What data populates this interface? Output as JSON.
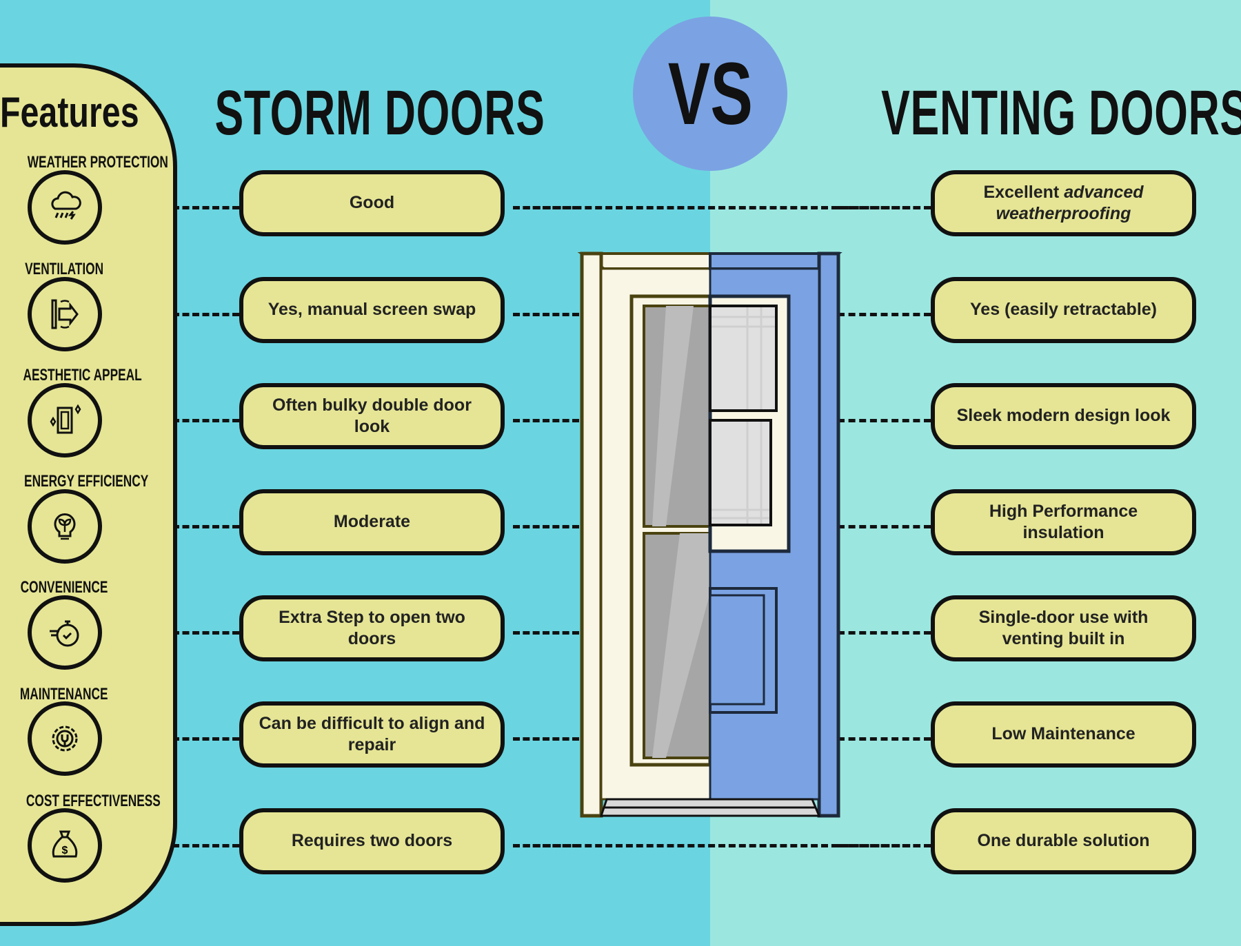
{
  "sidebar": {
    "title": "Features",
    "features": [
      {
        "label": "WEATHER PROTECTION",
        "icon": "rain-cloud-icon"
      },
      {
        "label": "VENTILATION",
        "icon": "ventilation-icon"
      },
      {
        "label": "AESTHETIC APPEAL",
        "icon": "sparkle-frame-icon"
      },
      {
        "label": "ENERGY EFFICIENCY",
        "icon": "lightbulb-leaf-icon"
      },
      {
        "label": "CONVENIENCE",
        "icon": "stopwatch-icon"
      },
      {
        "label": "MAINTENANCE",
        "icon": "gear-wrench-icon"
      },
      {
        "label": "COST EFFECTIVENESS",
        "icon": "money-bag-icon"
      }
    ]
  },
  "storm": {
    "title": "STORM DOORS",
    "values": [
      {
        "text": "Good"
      },
      {
        "text": "Yes, manual screen swap"
      },
      {
        "text": "Often bulky double door look"
      },
      {
        "text": "Moderate"
      },
      {
        "text": "Extra Step to open two doors"
      },
      {
        "text": "Can be difficult to align and repair"
      },
      {
        "text": "Requires two doors"
      }
    ]
  },
  "vs": "VS",
  "venting": {
    "title": "VENTING DOORS",
    "values": [
      {
        "text": "Excellent ",
        "italic": "advanced weatherproofing"
      },
      {
        "text": "Yes (easily retractable)"
      },
      {
        "text": "Sleek modern design look"
      },
      {
        "text": "High Performance insulation"
      },
      {
        "text": "Single-door use with venting built in"
      },
      {
        "text": "Low Maintenance"
      },
      {
        "text": "One durable solution"
      }
    ]
  },
  "colors": {
    "storm_bg": "#6ad5e0",
    "venting_bg": "#9be7e0",
    "box": "#e5e595",
    "vs_circle": "#7ba3e3",
    "door_blue": "#7ba3e3",
    "door_cream": "#f9f6e6"
  }
}
